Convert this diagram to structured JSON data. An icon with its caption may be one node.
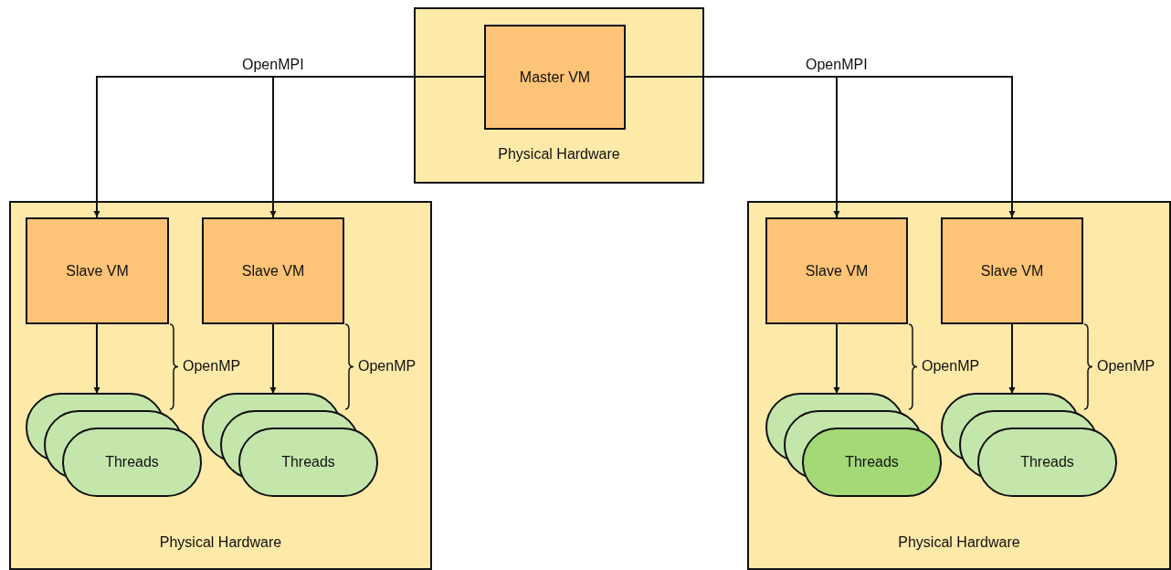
{
  "diagram": {
    "nodes": [
      {
        "text": [
          "Physical Hardware"
        ]
      },
      {
        "text": [
          "Master VM"
        ],
        "in": 0
      },
      {
        "text": [
          "Physical Hardware"
        ]
      },
      {
        "text": [
          "Slave VM"
        ],
        "in": 2
      },
      {
        "text": [
          "Slave VM"
        ],
        "in": 2
      },
      {
        "text": [
          "Threads"
        ],
        "in": 2
      },
      {
        "text": [
          "Threads"
        ],
        "in": 2
      },
      {
        "text": [
          "Physical Hardware"
        ]
      },
      {
        "text": [
          "Slave VM"
        ],
        "in": 7
      },
      {
        "text": [
          "Slave VM"
        ],
        "in": 7
      },
      {
        "text": [
          "Threads"
        ],
        "in": 7
      },
      {
        "text": [
          "Threads"
        ],
        "in": 7
      }
    ],
    "edges": [
      {
        "from": 1,
        "to": 3,
        "arrow": "to"
      },
      {
        "from": 1,
        "to": 4,
        "arrow": "to",
        "label": "OpenMPI"
      },
      {
        "from": 1,
        "to": 8,
        "arrow": "to",
        "label": "OpenMPI"
      },
      {
        "from": 1,
        "to": 9,
        "arrow": "to"
      },
      {
        "from": 3,
        "to": 5,
        "arrow": "to"
      },
      {
        "from": 4,
        "to": 6,
        "arrow": "to"
      },
      {
        "from": 8,
        "to": 10,
        "arrow": "to"
      },
      {
        "from": 9,
        "to": 11,
        "arrow": "to"
      }
    ],
    "labels": [
      "OpenMP",
      "OpenMP",
      "OpenMP",
      "OpenMP"
    ]
  }
}
